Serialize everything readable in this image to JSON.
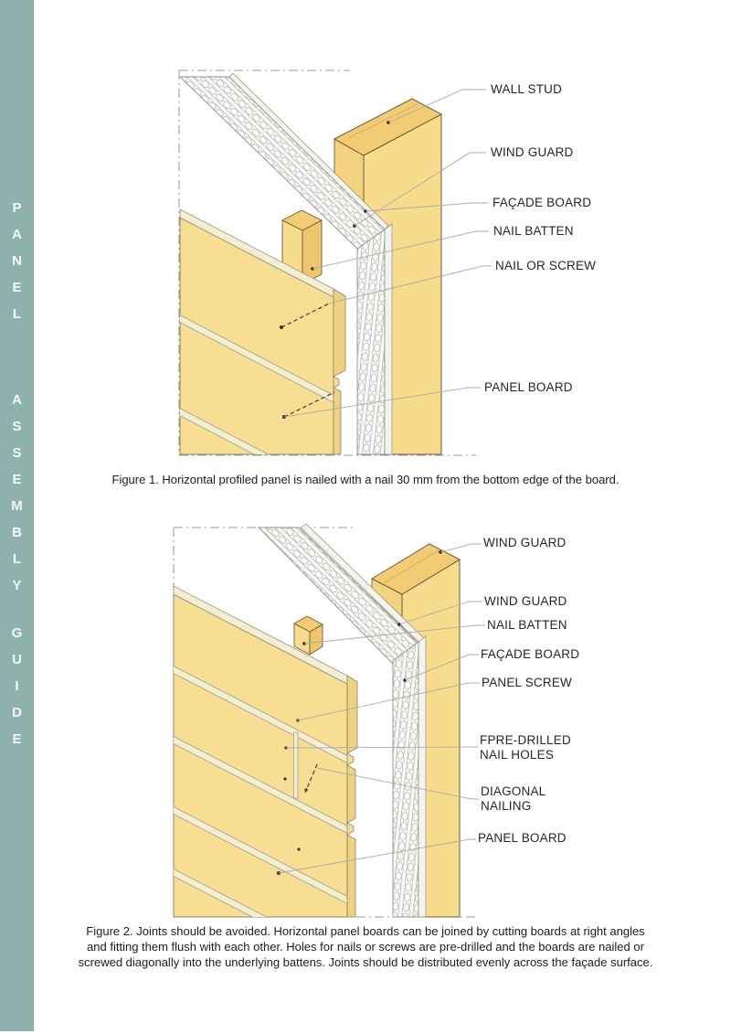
{
  "sidebar": {
    "bg_color": "#8FB1AE",
    "words": [
      "PANEL",
      "ASSEMBLY",
      "GUIDE"
    ]
  },
  "figure1": {
    "labels": {
      "wall_stud": "WALL STUD",
      "wind_guard": "WIND GUARD",
      "facade_board": "FAÇADE BOARD",
      "nail_batten": "NAIL BATTEN",
      "nail_or_screw": "NAIL OR SCREW",
      "panel_board": "PANEL BOARD"
    },
    "caption": "Figure 1. Horizontal profiled panel is nailed with a nail 30 mm from the bottom edge of the board."
  },
  "figure2": {
    "labels": {
      "wind_guard_top": "WIND GUARD",
      "wind_guard": "WIND GUARD",
      "nail_batten": "NAIL BATTEN",
      "facade_board": "FAÇADE BOARD",
      "panel_screw": "PANEL SCREW",
      "pre_drilled_nail_holes": "FPRE-DRILLED\nNAIL HOLES",
      "diagonal_nailing": "DIAGONAL\nNAILING",
      "panel_board": "PANEL BOARD"
    },
    "caption": "Figure 2. Joints should be avoided. Horizontal panel boards can be joined by cutting boards at right angles\nand fitting them flush with each other. Holes for nails or screws are pre-drilled and the boards are nailed or\nscrewed diagonally into the underlying battens. Joints should be distributed evenly across the façade surface."
  },
  "colors": {
    "board_yellow": "#F7DE92",
    "stud_top_yellow": "#F2CB74",
    "lap_cream": "#F5EFD2",
    "outline_grey": "#8a8570",
    "leader_grey": "#ababa6"
  }
}
